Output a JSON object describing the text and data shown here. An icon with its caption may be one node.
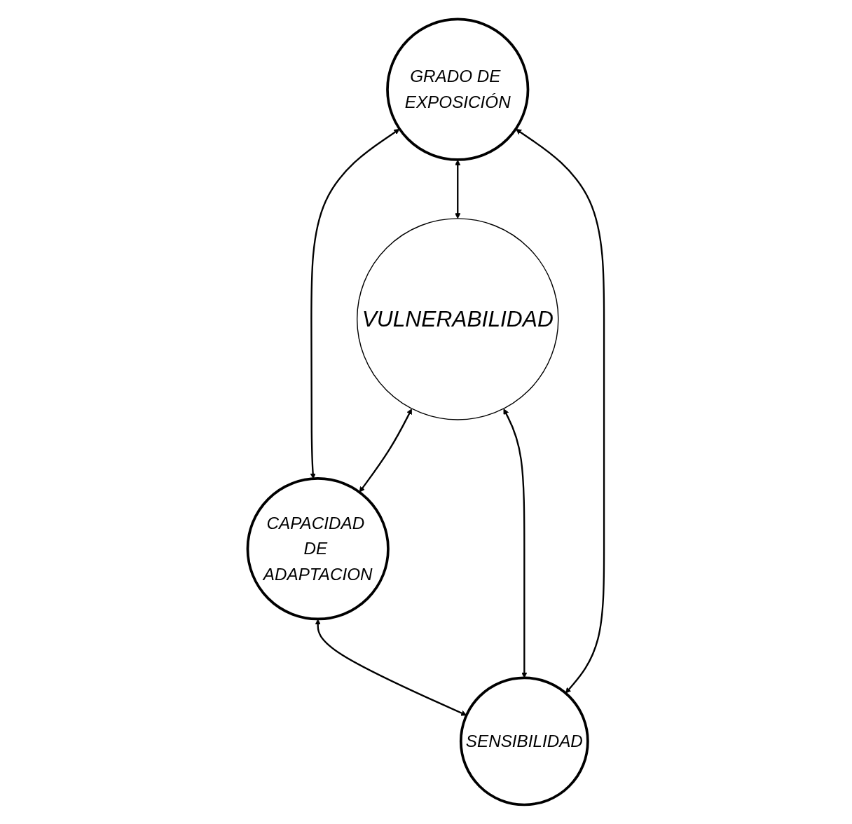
{
  "diagram": {
    "nodes": [
      {
        "text": [
          "GRADO DE EXPOSICIÓN"
        ]
      },
      {
        "text": [
          "CAPACIDAD DE ADAPTACION"
        ]
      },
      {
        "text": [
          "VULNERABILIDAD"
        ]
      },
      {
        "text": [
          "SENSIBILIDAD"
        ]
      }
    ],
    "edges": [
      {
        "from": 0,
        "to": 1,
        "arrow": "both"
      },
      {
        "from": 0,
        "to": 2,
        "arrow": "both"
      },
      {
        "from": 2,
        "to": 1,
        "arrow": "both"
      },
      {
        "from": 2,
        "to": 3,
        "arrow": "both"
      },
      {
        "from": 0,
        "to": 3,
        "arrow": "both"
      },
      {
        "from": 1,
        "to": 3,
        "arrow": "both"
      }
    ]
  }
}
